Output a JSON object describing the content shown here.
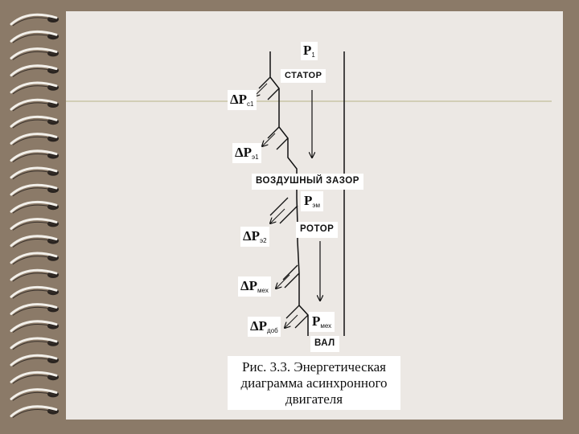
{
  "diagram": {
    "p1": {
      "main": "P",
      "sub": "1"
    },
    "stator": "СТАТОР",
    "dp_c1": {
      "main": "ΔP",
      "sub": "c1"
    },
    "dp_e1": {
      "main": "ΔP",
      "sub": "э1"
    },
    "air_gap": "ВОЗДУШНЫЙ ЗАЗОР",
    "p_em": {
      "main": "P",
      "sub": "эм"
    },
    "rotor": "РОТОР",
    "dp_e2": {
      "main": "ΔP",
      "sub": "э2"
    },
    "dp_mech": {
      "main": "ΔP",
      "sub": "мех"
    },
    "dp_add": {
      "main": "ΔP",
      "sub": "доб"
    },
    "p_mech": {
      "main": "P",
      "sub": "мех"
    },
    "shaft": "ВАЛ"
  },
  "caption": {
    "line1": "Рис. 3.3. Энергетическая",
    "line2": "диаграмма асинхронного",
    "line3": "двигателя"
  },
  "colors": {
    "spiral_bg": "#8b7a68",
    "paper": "#ece8e4",
    "accent_line": "#b9b487"
  }
}
